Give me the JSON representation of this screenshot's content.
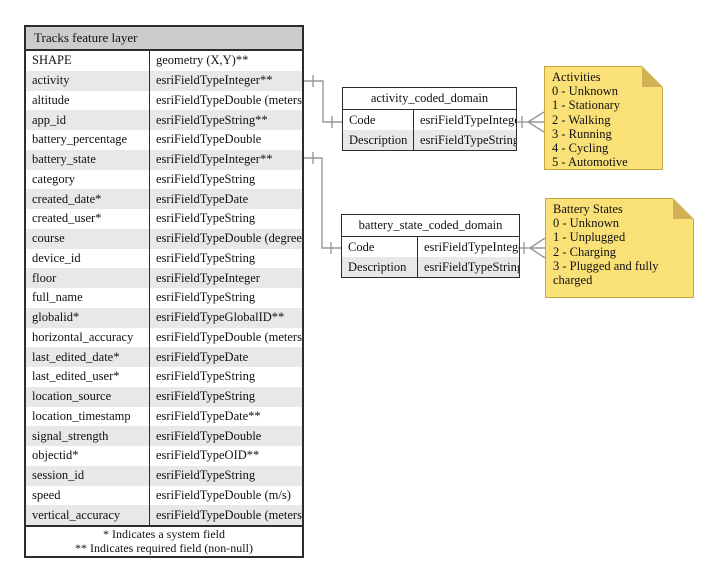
{
  "main_table": {
    "title": "Tracks feature layer",
    "rows": [
      [
        "SHAPE",
        "geometry (X,Y)**"
      ],
      [
        "activity",
        "esriFieldTypeInteger**"
      ],
      [
        "altitude",
        "esriFieldTypeDouble (meters)"
      ],
      [
        "app_id",
        "esriFieldTypeString**"
      ],
      [
        "battery_percentage",
        "esriFieldTypeDouble"
      ],
      [
        "battery_state",
        "esriFieldTypeInteger**"
      ],
      [
        "category",
        "esriFieldTypeString"
      ],
      [
        "created_date*",
        "esriFieldTypeDate"
      ],
      [
        "created_user*",
        "esriFieldTypeString"
      ],
      [
        "course",
        "esriFieldTypeDouble (degrees)"
      ],
      [
        "device_id",
        "esriFieldTypeString"
      ],
      [
        "floor",
        "esriFieldTypeInteger"
      ],
      [
        "full_name",
        "esriFieldTypeString"
      ],
      [
        "globalid*",
        "esriFieldTypeGlobalID**"
      ],
      [
        "horizontal_accuracy",
        "esriFieldTypeDouble (meters)"
      ],
      [
        "last_edited_date*",
        "esriFieldTypeDate"
      ],
      [
        "last_edited_user*",
        "esriFieldTypeString"
      ],
      [
        "location_source",
        "esriFieldTypeString"
      ],
      [
        "location_timestamp",
        "esriFieldTypeDate**"
      ],
      [
        "signal_strength",
        "esriFieldTypeDouble"
      ],
      [
        "objectid*",
        "esriFieldTypeOID**"
      ],
      [
        "session_id",
        "esriFieldTypeString"
      ],
      [
        "speed",
        "esriFieldTypeDouble (m/s)"
      ],
      [
        "vertical_accuracy",
        "esriFieldTypeDouble (meters)"
      ]
    ],
    "footnotes": [
      "* Indicates a system field",
      "** Indicates required field (non-null)"
    ]
  },
  "domain_tables": [
    {
      "title": "activity_coded_domain",
      "rows": [
        [
          "Code",
          "esriFieldTypeInteger"
        ],
        [
          "Description",
          "esriFieldTypeString"
        ]
      ]
    },
    {
      "title": "battery_state_coded_domain",
      "rows": [
        [
          "Code",
          "esriFieldTypeInteger"
        ],
        [
          "Description",
          "esriFieldTypeString"
        ]
      ]
    }
  ],
  "notes": [
    {
      "title": "Activities",
      "lines": [
        "0 - Unknown",
        "1 - Stationary",
        "2 - Walking",
        "3 - Running",
        "4 - Cycling",
        "5 - Automotive"
      ]
    },
    {
      "title": "Battery States",
      "lines": [
        "0 - Unknown",
        "1 - Unplugged",
        "2 - Charging",
        "3 - Plugged and fully charged"
      ]
    }
  ],
  "colors": {
    "header_bg": "#cccccc",
    "row_alt_bg": "#e8e8e8",
    "note_bg": "#fae177",
    "note_fold": "#d2b155",
    "note_border": "#c9a53f",
    "connector": "#999999",
    "border": "#2c2c2c"
  }
}
